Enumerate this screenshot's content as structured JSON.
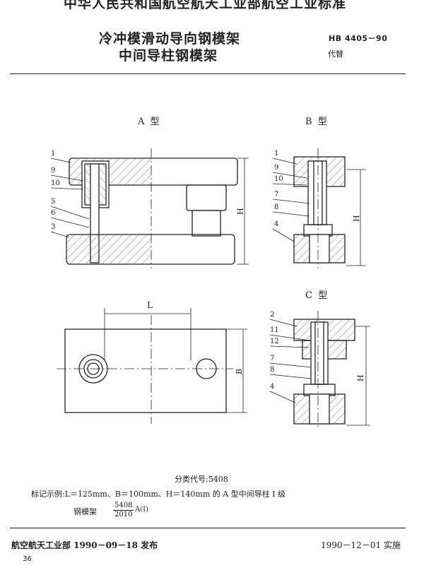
{
  "header": {
    "org_banner": "中华人民共和国航空航天工业部航空工业标准",
    "title_line1": "冷冲模滑动导向钢模架",
    "title_line2": "中间导柱钢模架",
    "standard_code": "HB 4405－90",
    "replaces": "代替"
  },
  "drawing": {
    "type_a_label": "A  型",
    "type_b_label": "B  型",
    "type_c_label": "C  型",
    "dim_l": "L",
    "dim_b": "B",
    "dim_h": "H",
    "callouts_a": [
      "1",
      "9",
      "10",
      "5",
      "6",
      "3"
    ],
    "callouts_b": [
      "1",
      "9",
      "10",
      "7",
      "8",
      "4"
    ],
    "callouts_c": [
      "2",
      "11",
      "12",
      "7",
      "8",
      "4"
    ]
  },
  "footer": {
    "classification_code": "分类代号:5408",
    "marking_example": "标记示例:L＝125mm、B＝100mm、H＝140mm 的 A 型中间导柱 I 级",
    "marking_label": "钢模架",
    "marking_numerator": "5408",
    "marking_denominator": "2010",
    "marking_suffix": "A(I)",
    "issuer": "航空航天工业部 1990－09－18 发布",
    "implementation": "1990－12－01 实施",
    "page_number": "36"
  }
}
